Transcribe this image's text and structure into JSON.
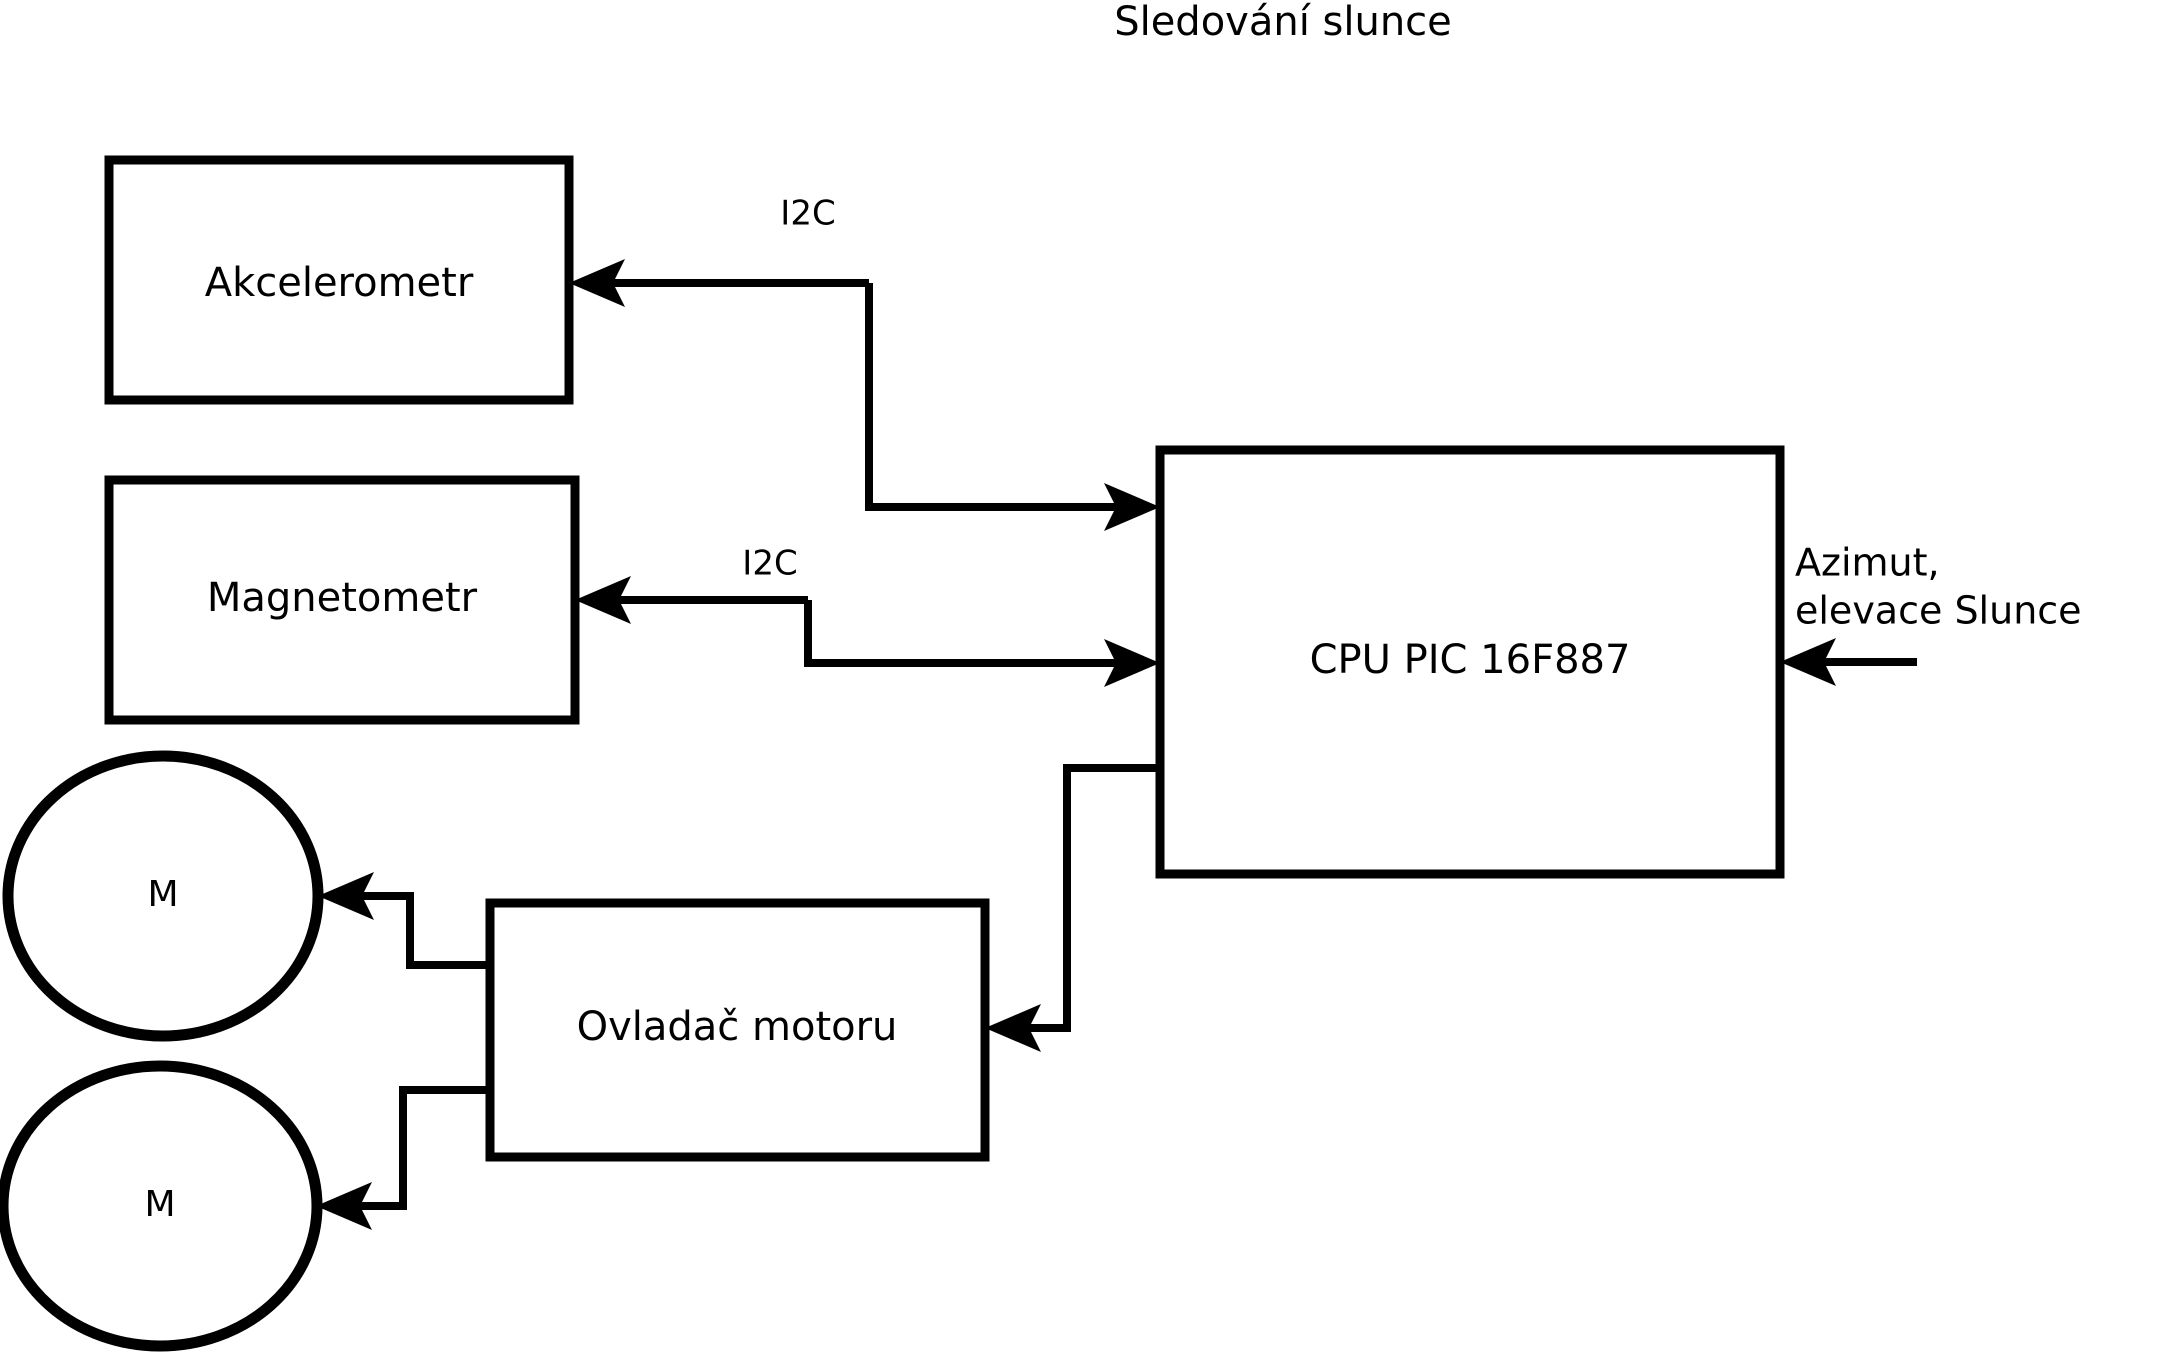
{
  "title": "Sledování slunce",
  "nodes": {
    "accelerometer": {
      "label": "Akcelerometr"
    },
    "magnetometer": {
      "label": "Magnetometr"
    },
    "cpu": {
      "label": "CPU PIC 16F887"
    },
    "motor_driver": {
      "label": "Ovladač motoru"
    },
    "motor_top": {
      "label": "M"
    },
    "motor_bottom": {
      "label": "M"
    }
  },
  "edge_labels": {
    "i2c_accelerometer": "I2C",
    "i2c_magnetometer": "I2C"
  },
  "side_input": {
    "line1": "Azimut,",
    "line2": "elevace Slunce"
  },
  "colors": {
    "background": "#ffffff",
    "stroke": "#000000",
    "text": "#000000"
  }
}
